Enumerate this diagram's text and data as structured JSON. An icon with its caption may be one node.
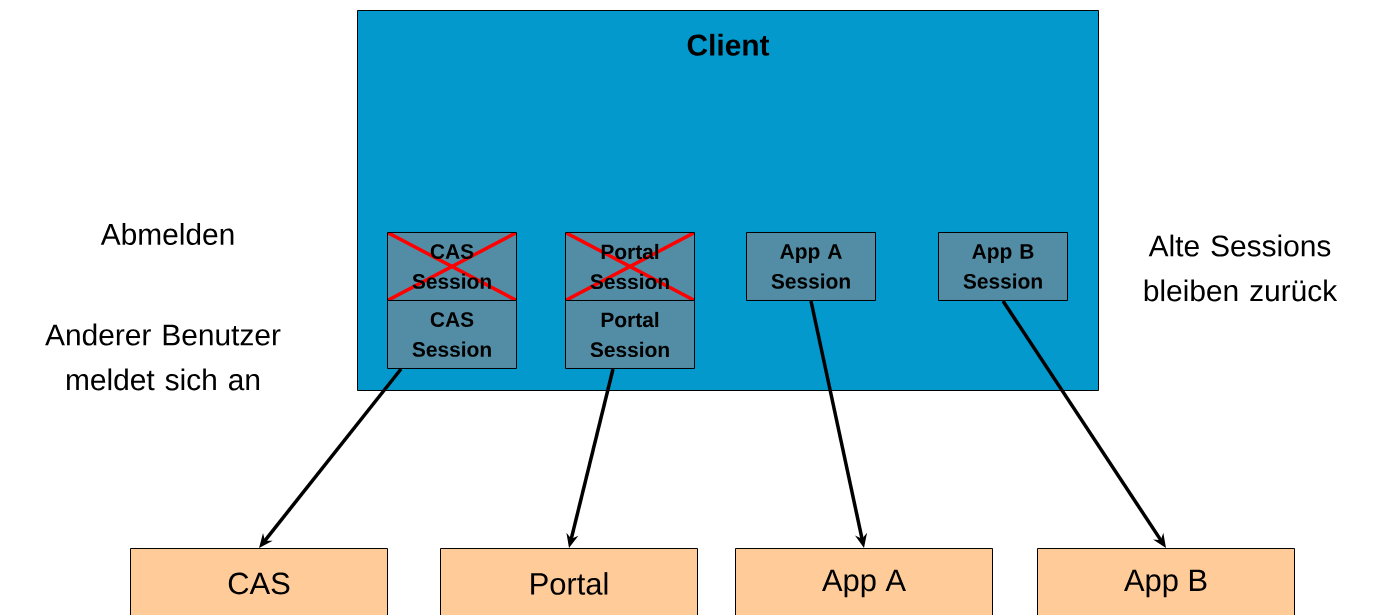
{
  "diagram": {
    "nodes": [
      {
        "text": [
          "Client"
        ]
      },
      {
        "text": [
          "CAS Session"
        ],
        "in": 0
      },
      {
        "text": [
          "Portal Session"
        ],
        "in": 0
      },
      {
        "text": [
          "App A Session"
        ],
        "in": 0
      },
      {
        "text": [
          "App B Session"
        ],
        "in": 0
      },
      {
        "text": [
          "CAS Session"
        ],
        "in": 0
      },
      {
        "text": [
          "Portal Session"
        ],
        "in": 0
      },
      {
        "text": [
          "CAS"
        ]
      },
      {
        "text": [
          "Portal"
        ]
      },
      {
        "text": [
          "App A"
        ]
      },
      {
        "text": [
          "App B"
        ]
      }
    ],
    "edges": [
      {
        "from": 5,
        "to": 7,
        "arrow": "to"
      },
      {
        "from": 6,
        "to": 8,
        "arrow": "to"
      },
      {
        "from": 3,
        "to": 9,
        "arrow": "to"
      },
      {
        "from": 4,
        "to": 10,
        "arrow": "to"
      }
    ],
    "labels": [
      "Abmelden",
      "Anderer Benutzer meldet sich an",
      "Alte Sessions bleiben zurück"
    ]
  }
}
